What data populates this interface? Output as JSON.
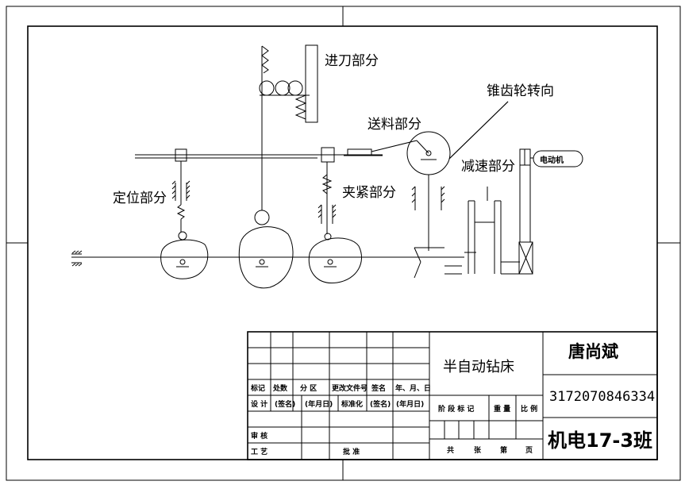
{
  "labels": {
    "feed": "进刀部分",
    "bevel": "锥齿轮转向",
    "conveying": "送料部分",
    "reduction": "减速部分",
    "motor": "电动机",
    "locating": "定位部分",
    "clamping": "夹紧部分"
  },
  "title_block": {
    "title": "半自动钻床",
    "name": "唐尚斌",
    "student_id": "3172070846334",
    "class": "机电17-3班",
    "row_headers": [
      "标记",
      "处数",
      "分 区",
      "更改文件号",
      "签名",
      "年、月、日"
    ],
    "design_row": [
      "设 计",
      "(签名)",
      "(年月日)",
      "标准化",
      "(签名)",
      "(年月日)"
    ],
    "review": "审 核",
    "process": "工 艺",
    "approve": "批 准",
    "stage_row": [
      "阶 段 标 记",
      "重 量",
      "比 例"
    ],
    "sheet_row": [
      "共",
      "张",
      "第",
      "页"
    ]
  }
}
